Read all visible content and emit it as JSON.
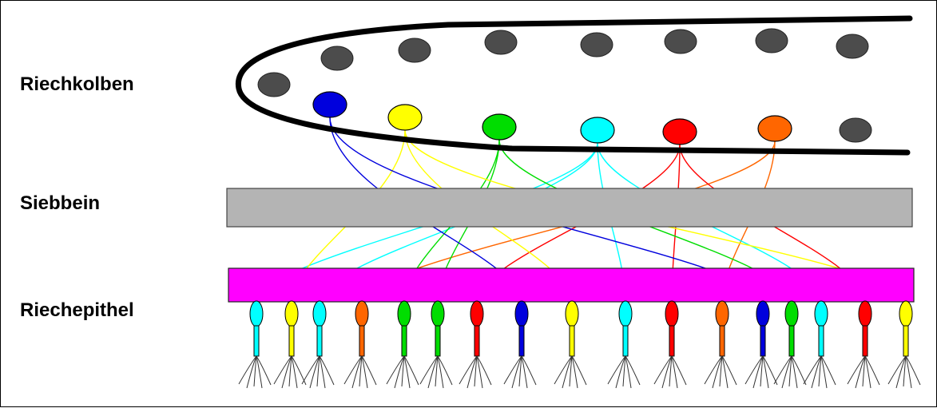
{
  "labels": {
    "bulb": "Riechkolben",
    "bone": "Siebbein",
    "epithelium": "Riechepithel"
  },
  "colors": {
    "outline": "#000000",
    "bone_fill": "#b4b4b4",
    "epithelium_fill": "#ff00ff",
    "idle_glomerulus": "#4c4c4c",
    "blue": "#0000dd",
    "yellow": "#ffff00",
    "green": "#00dd00",
    "cyan": "#00ffff",
    "red": "#ff0000",
    "orange": "#ff6600"
  },
  "glomerulus_colors": [
    "blue",
    "yellow",
    "green",
    "cyan",
    "red",
    "orange"
  ],
  "receptor_neuron_colors": [
    "cyan",
    "yellow",
    "cyan",
    "orange",
    "green",
    "green",
    "red",
    "blue",
    "yellow",
    "cyan",
    "red",
    "orange",
    "blue",
    "green",
    "cyan",
    "red",
    "yellow"
  ]
}
